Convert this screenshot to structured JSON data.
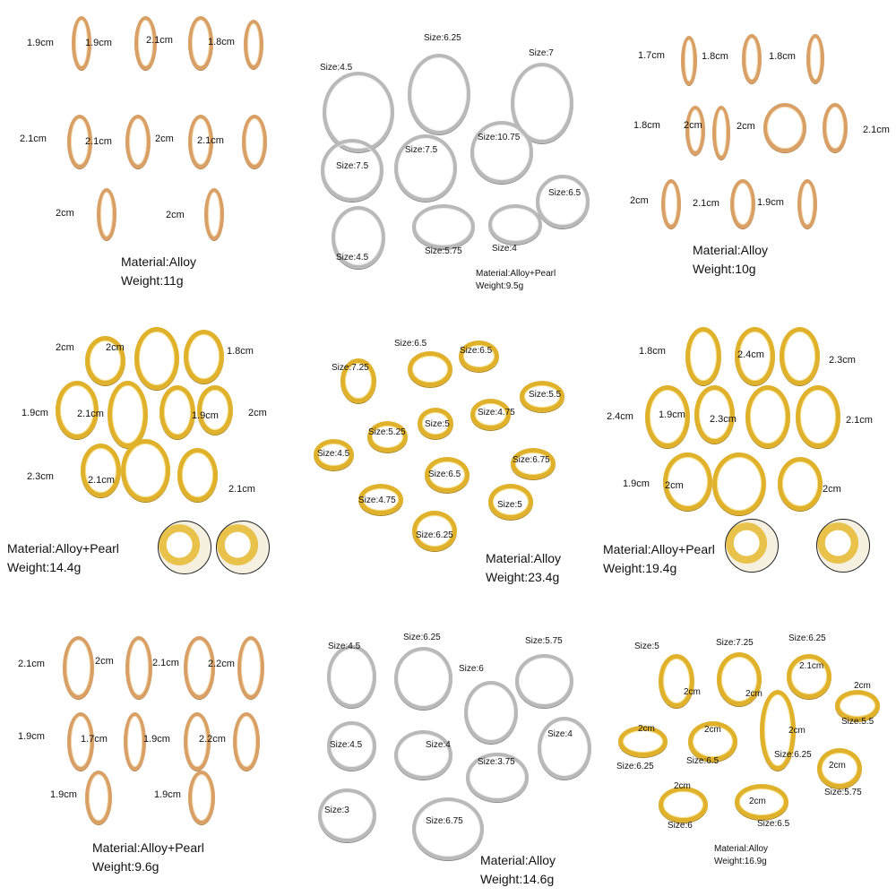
{
  "panels": [
    {
      "labels": [
        "1.9cm",
        "1.9cm",
        "2.1cm",
        "1.8cm",
        "2.1cm",
        "2.1cm",
        "2cm",
        "2.1cm",
        "2cm",
        "2cm"
      ],
      "material": "Material:Alloy",
      "weight": "Weight:11g"
    },
    {
      "labels": [
        "Size:4.5",
        "Size:6.25",
        "Size:7",
        "Size:10.75",
        "Size:7.5",
        "Size:7.5",
        "Size:6.5",
        "Size:4.5",
        "Size:5.75",
        "Size:4"
      ],
      "material": "Material:Alloy+Pearl",
      "weight": "Weight:9.5g"
    },
    {
      "labels": [
        "1.7cm",
        "1.8cm",
        "1.8cm",
        "1.8cm",
        "2cm",
        "2cm",
        "2.1cm",
        "2cm",
        "2.1cm",
        "1.9cm"
      ],
      "material": "Material:Alloy",
      "weight": "Weight:10g"
    },
    {
      "labels": [
        "2cm",
        "2cm",
        "1.8cm",
        "1.9cm",
        "2.1cm",
        "1.9cm",
        "2cm",
        "2.3cm",
        "2.1cm",
        "2.1cm"
      ],
      "material": "Material:Alloy+Pearl",
      "weight": "Weight:14.4g"
    },
    {
      "labels": [
        "Size:6.5",
        "Size:6.5",
        "Size:7.25",
        "Size:5.5",
        "Size:4.75",
        "Size:5.25",
        "Size:5",
        "Size:4.5",
        "Size:6.75",
        "Size:6.5",
        "Size:4.75",
        "Size:5",
        "Size:6.25"
      ],
      "material": "Material:Alloy",
      "weight": "Weight:23.4g"
    },
    {
      "labels": [
        "1.8cm",
        "2.4cm",
        "2.3cm",
        "2.4cm",
        "1.9cm",
        "2.3cm",
        "2.1cm",
        "1.9cm",
        "2cm",
        "2cm"
      ],
      "material": "Material:Alloy+Pearl",
      "weight": "Weight:19.4g"
    },
    {
      "labels": [
        "2.1cm",
        "2cm",
        "2.1cm",
        "2.2cm",
        "1.9cm",
        "1.7cm",
        "1.9cm",
        "2.2cm",
        "1.9cm",
        "1.9cm"
      ],
      "material": "Material:Alloy+Pearl",
      "weight": "Weight:9.6g"
    },
    {
      "labels": [
        "Size:4.5",
        "Size:6.25",
        "Size:5.75",
        "Size:6",
        "Size:4.5",
        "Size:4",
        "Size:4",
        "Size:3.75",
        "Size:3",
        "Size:6.75"
      ],
      "material": "Material:Alloy",
      "weight": "Weight:14.6g"
    },
    {
      "labels": [
        "Size:5",
        "Size:7.25",
        "Size:6.25",
        "2.1cm",
        "2cm",
        "2cm",
        "2cm",
        "2cm",
        "2cm",
        "2cm",
        "Size:5.5",
        "Size:6.25",
        "Size:6.5",
        "Size:6.25",
        "2cm",
        "Size:5.75",
        "2cm",
        "2cm",
        "Size:6",
        "Size:6.5"
      ],
      "material": "Material:Alloy",
      "weight": "Weight:16.9g"
    }
  ]
}
